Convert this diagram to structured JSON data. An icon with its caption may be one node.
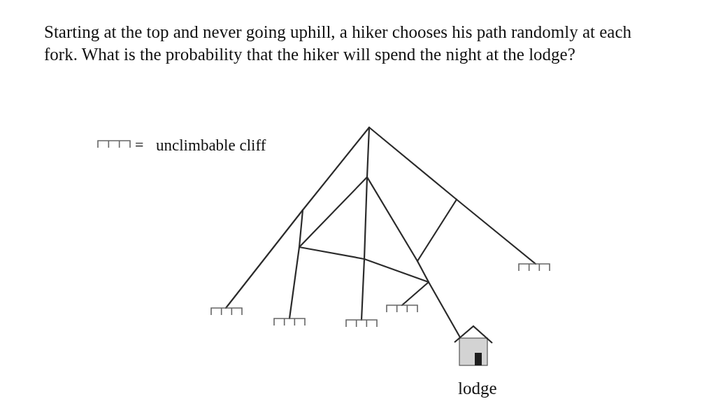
{
  "diagram": {
    "title": "Starting at the top and never going uphill, a hiker chooses his path randomly at each fork. What is the probability that the hiker will spend the night at the lodge?",
    "labels": [
      "=",
      "lodge"
    ],
    "legend": [
      {
        "text": "unclimbable cliff"
      }
    ]
  }
}
